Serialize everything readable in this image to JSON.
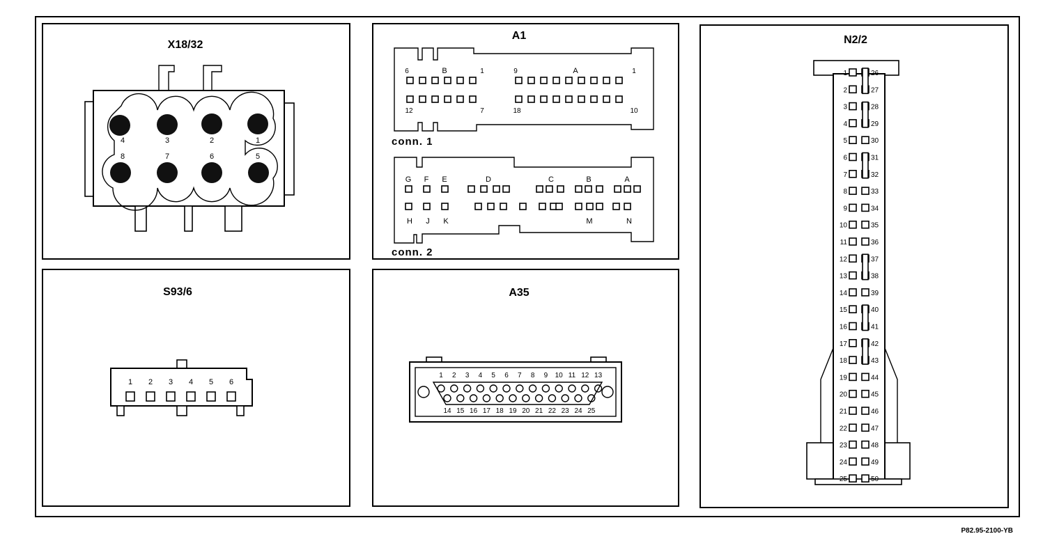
{
  "diagram": {
    "reference_code": "P82.95-2100-YB",
    "connectors": {
      "x18_32": {
        "title": "X18/32",
        "top_pins": [
          "4",
          "3",
          "2",
          "1"
        ],
        "bottom_pins": [
          "8",
          "7",
          "6",
          "5"
        ]
      },
      "a1": {
        "title": "A1",
        "conn1": {
          "label": "conn. 1",
          "left_top_labels": [
            "6",
            "B",
            "1"
          ],
          "left_bottom_labels": [
            "12",
            "7"
          ],
          "right_top_labels": [
            "9",
            "A",
            "1"
          ],
          "right_bottom_labels": [
            "18",
            "10"
          ]
        },
        "conn2": {
          "label": "conn. 2",
          "top_letters": [
            "G",
            "F",
            "E",
            "D",
            "C",
            "B",
            "A"
          ],
          "bottom_letters": [
            "H",
            "J",
            "K",
            "M",
            "N"
          ]
        }
      },
      "n2_2": {
        "title": "N2/2",
        "left_pins": [
          "1",
          "2",
          "3",
          "4",
          "5",
          "6",
          "7",
          "8",
          "9",
          "10",
          "11",
          "12",
          "13",
          "14",
          "15",
          "16",
          "17",
          "18",
          "19",
          "20",
          "21",
          "22",
          "23",
          "24",
          "25"
        ],
        "right_pins": [
          "26",
          "27",
          "28",
          "29",
          "30",
          "31",
          "32",
          "33",
          "34",
          "35",
          "36",
          "37",
          "38",
          "39",
          "40",
          "41",
          "42",
          "43",
          "44",
          "45",
          "46",
          "47",
          "48",
          "49",
          "50"
        ]
      },
      "s93_6": {
        "title": "S93/6",
        "pins": [
          "1",
          "2",
          "3",
          "4",
          "5",
          "6"
        ]
      },
      "a35": {
        "title": "A35",
        "top_pins": [
          "1",
          "2",
          "3",
          "4",
          "5",
          "6",
          "7",
          "8",
          "9",
          "10",
          "11",
          "12",
          "13"
        ],
        "bottom_pins": [
          "14",
          "15",
          "16",
          "17",
          "18",
          "19",
          "20",
          "21",
          "22",
          "23",
          "24",
          "25"
        ]
      }
    }
  }
}
